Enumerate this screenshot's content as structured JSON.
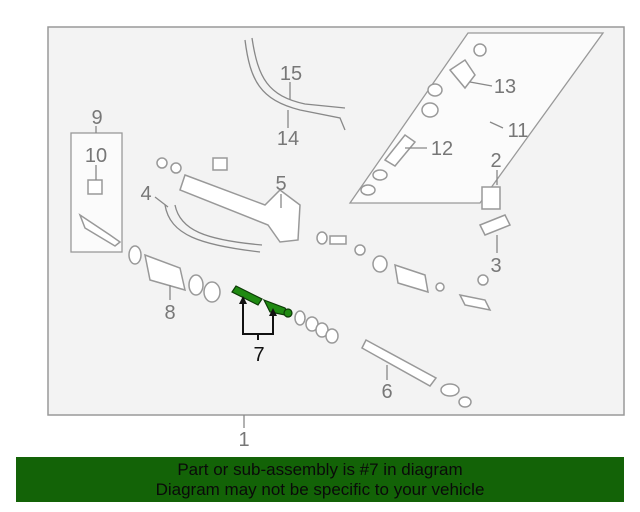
{
  "diagram": {
    "callouts": {
      "c1": "1",
      "c2": "2",
      "c3": "3",
      "c4": "4",
      "c5": "5",
      "c6": "6",
      "c7": "7",
      "c8": "8",
      "c9": "9",
      "c10": "10",
      "c11": "11",
      "c12": "12",
      "c13": "13",
      "c14": "14",
      "c15": "15"
    },
    "highlight_color": "#1f8a12",
    "box_fill": "#f3f3f3"
  },
  "banner": {
    "line1": "Part or sub-assembly is #7 in diagram",
    "line2": "Diagram may not be specific to your vehicle",
    "color": "#136307"
  }
}
